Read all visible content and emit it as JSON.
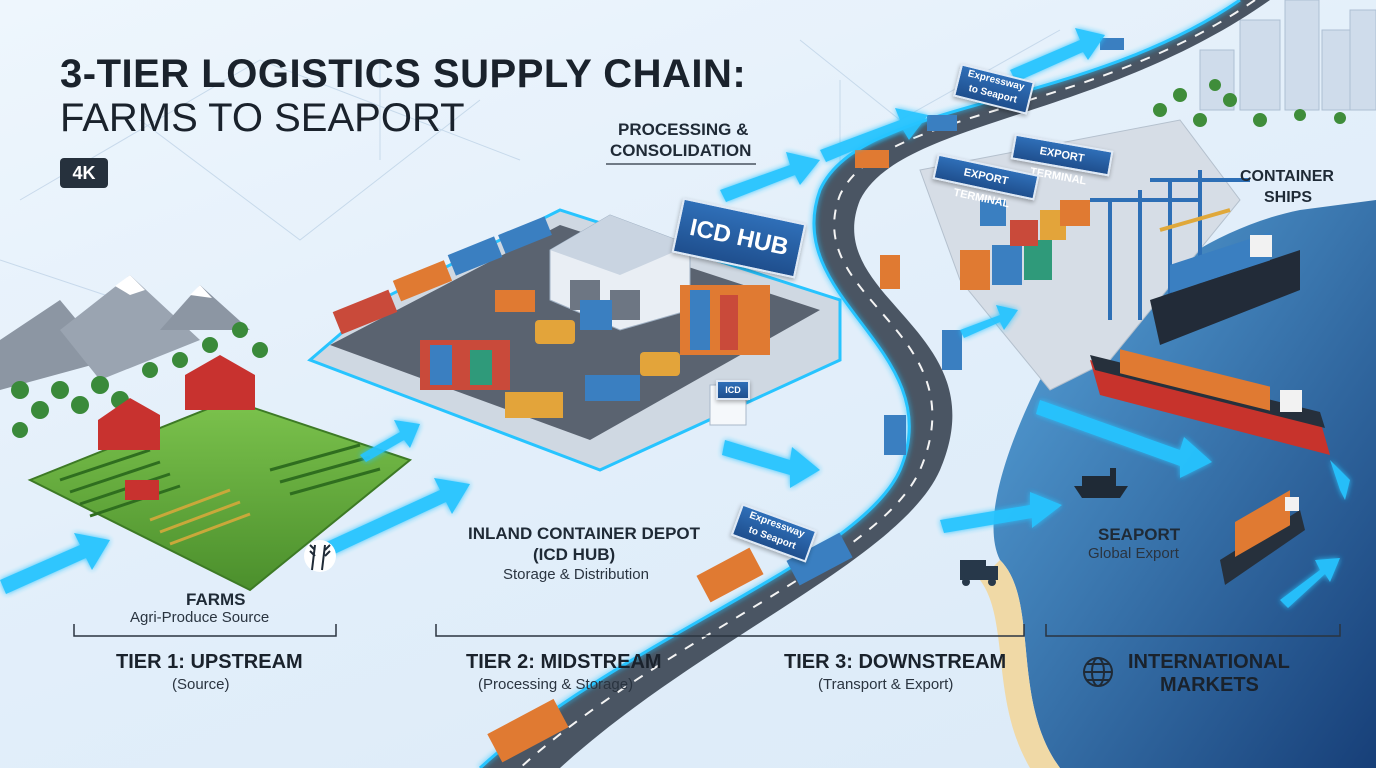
{
  "title": {
    "line1": "3-TIER LOGISTICS SUPPLY CHAIN:",
    "line2": "FARMS TO SEAPORT"
  },
  "badge": "4K",
  "labels": {
    "processing": {
      "line1": "PROCESSING &",
      "line2": "CONSOLIDATION"
    },
    "icd_hub_sign": "ICD HUB",
    "icd_gate_sign": "ICD",
    "expressway_top": {
      "line1": "Expressway",
      "line2": "to Seaport"
    },
    "expressway_bottom": {
      "line1": "Expressway",
      "line2": "to Seaport"
    },
    "export_terminal_1": "EXPORT TERMINAL",
    "export_terminal_2": "EXPORT TERMINAL",
    "container_ships": {
      "line1": "CONTAINER",
      "line2": "SHIPS"
    },
    "farms": {
      "name": "FARMS",
      "sub": "Agri-Produce Source"
    },
    "icd": {
      "line1": "INLAND CONTAINER DEPOT",
      "line2": "(ICD HUB)",
      "sub": "Storage & Distribution"
    },
    "seaport": {
      "name": "SEAPORT",
      "sub": "Global Export"
    }
  },
  "tiers": [
    {
      "name": "TIER 1: UPSTREAM",
      "sub": "(Source)"
    },
    {
      "name": "TIER 2: MIDSTREAM",
      "sub": "(Processing & Storage)"
    },
    {
      "name": "TIER 3: DOWNSTREAM",
      "sub": "(Transport & Export)"
    }
  ],
  "international": {
    "line1": "INTERNATIONAL",
    "line2": "MARKETS"
  },
  "colors": {
    "flow_arrow": "#27c4ff",
    "sea": "#1f5f9a",
    "road": "#4a5563",
    "sign_blue": "#2a63a8",
    "farm_green": "#5aa83a"
  },
  "icons": [
    "wheat-icon",
    "ship-icon",
    "globe-icon",
    "truck-icon"
  ]
}
